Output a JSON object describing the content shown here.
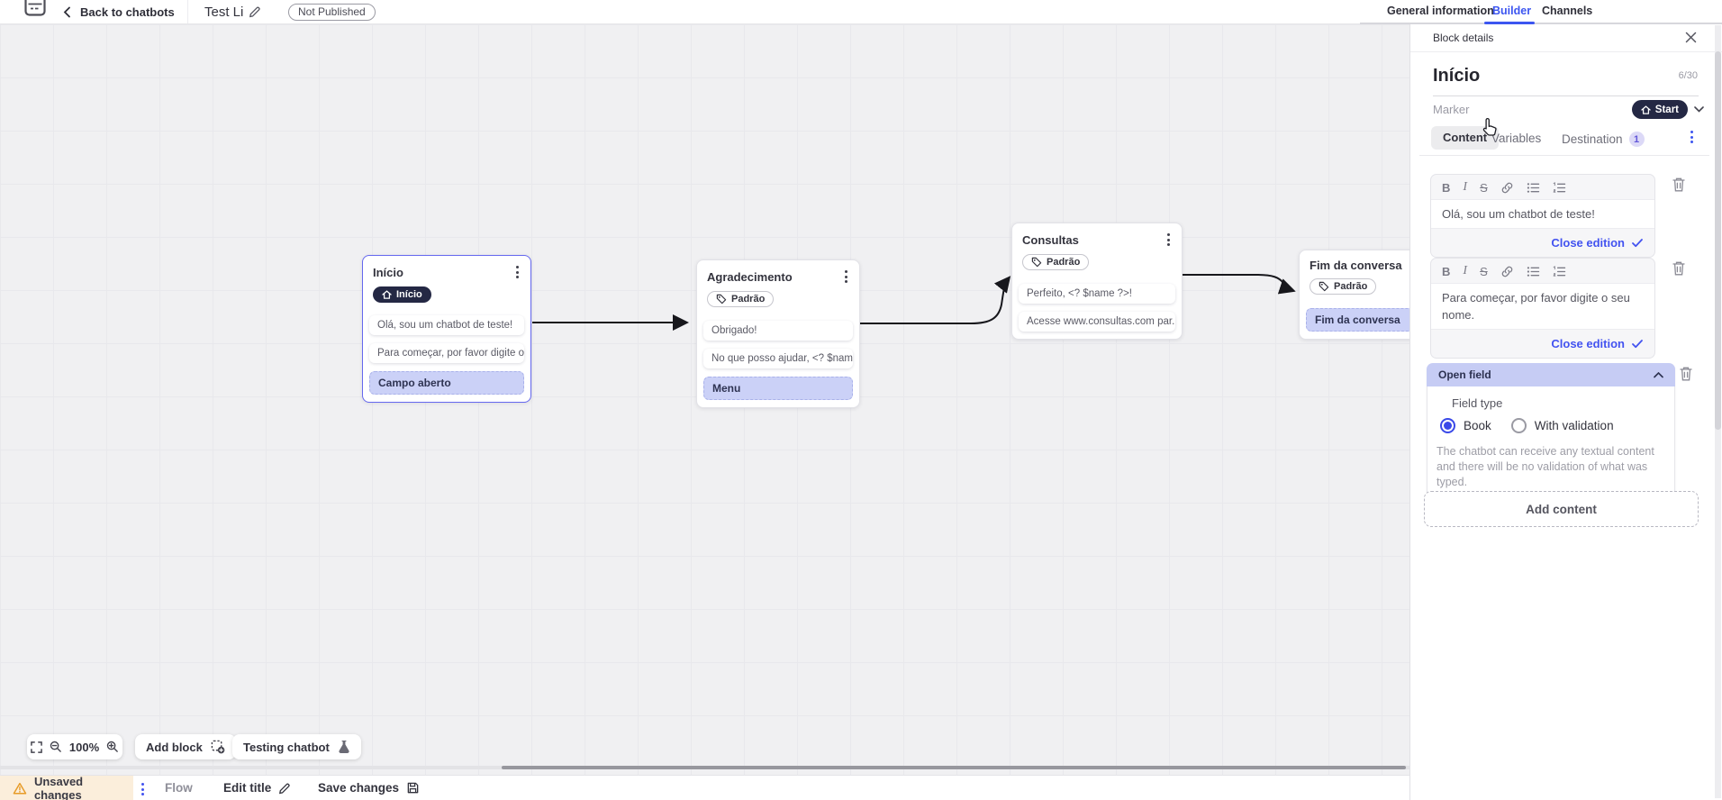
{
  "topbar": {
    "back_label": "Back to chatbots",
    "title": "Test Li",
    "status_badge": "Not Published",
    "tabs": [
      {
        "label": "General information"
      },
      {
        "label": "Builder"
      },
      {
        "label": "Channels"
      }
    ]
  },
  "canvas": {
    "blocks": [
      {
        "title": "Início",
        "marker": "Início",
        "cards": [
          "Olá, sou um chatbot de teste!",
          "Para começar, por favor digite o ...",
          "Campo aberto"
        ]
      },
      {
        "title": "Agradecimento",
        "marker": "Padrão",
        "cards": [
          "Obrigado!",
          "No que posso ajudar, <? $name ...",
          "Menu"
        ]
      },
      {
        "title": "Consultas",
        "marker": "Padrão",
        "cards": [
          "Perfeito, <? $name ?>!",
          "Acesse www.consultas.com par..."
        ]
      },
      {
        "title": "Fim da conversa",
        "marker": "Padrão",
        "cards": [
          "Fim da conversa"
        ]
      }
    ],
    "controls": {
      "zoom_level": "100%",
      "add_block": "Add block",
      "testing": "Testing chatbot"
    }
  },
  "panel": {
    "header": "Block details",
    "block_name": "Início",
    "char_counter": "6/30",
    "marker_label": "Marker",
    "marker_value": "Start",
    "tabs": {
      "content": "Content",
      "variables": "Variables",
      "destination": "Destination",
      "destination_badge": "1"
    },
    "toolbar": {
      "bold": "B",
      "italic": "I",
      "strike": "S"
    },
    "editors": [
      {
        "text": "Olá, sou um chatbot de teste!",
        "close_label": "Close edition"
      },
      {
        "text": "Para começar, por favor digite o seu nome.",
        "close_label": "Close edition"
      }
    ],
    "open_field": {
      "header": "Open field",
      "field_type_label": "Field type",
      "option_book": "Book",
      "option_validation": "With validation",
      "help_text": "The chatbot can receive any textual content and there will be no validation of what was typed."
    },
    "add_content": "Add content"
  },
  "bottombar": {
    "unsaved": "Unsaved changes",
    "flow": "Flow",
    "edit_title": "Edit title",
    "save": "Save changes"
  },
  "colors": {
    "accent_blue": "#3c55f0",
    "dark_pill": "#242844",
    "periwinkle": "#cbd1f7",
    "selected_border": "#6568ef",
    "warning_orange": "#e79c2a"
  }
}
